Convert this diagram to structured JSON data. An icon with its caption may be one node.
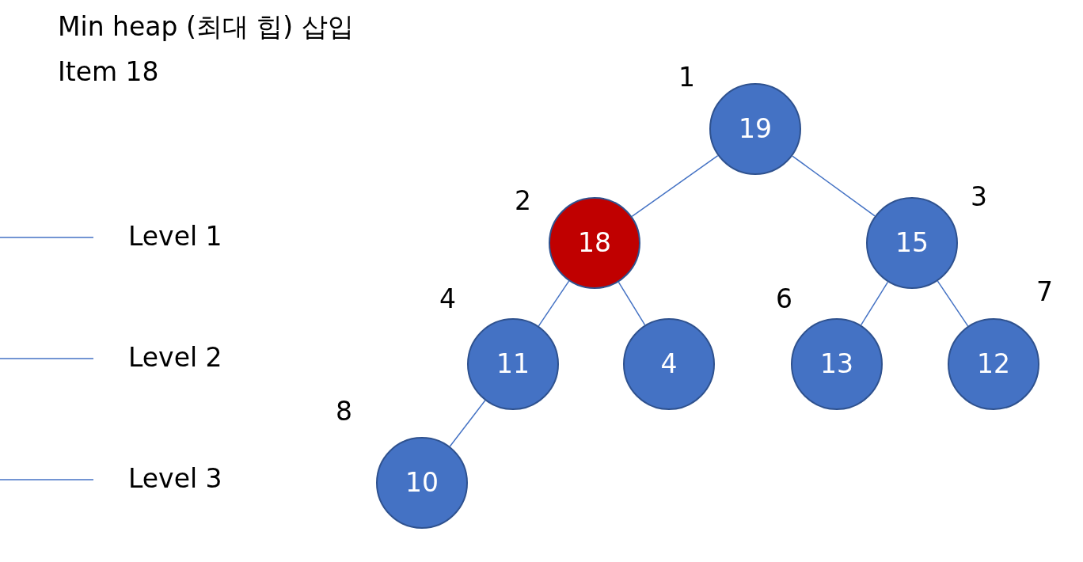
{
  "diagram": {
    "title": "Min heap (최대 힙) 삽입",
    "nodes": [
      {
        "text": [
          "19"
        ],
        "beside": [
          "1"
        ]
      },
      {
        "text": [
          "18"
        ],
        "beside": [
          "2"
        ]
      },
      {
        "text": [
          "15"
        ],
        "beside": [
          "3"
        ]
      },
      {
        "text": [
          "11"
        ],
        "beside": [
          "4"
        ]
      },
      {
        "text": [
          "4"
        ]
      },
      {
        "text": [
          "13"
        ],
        "beside": [
          "6"
        ]
      },
      {
        "text": [
          "12"
        ],
        "beside": [
          "7"
        ]
      },
      {
        "text": [
          "10"
        ],
        "beside": [
          "8"
        ]
      }
    ],
    "edges": [
      {
        "from": 0,
        "to": 1,
        "arrow": "none"
      },
      {
        "from": 0,
        "to": 2,
        "arrow": "none"
      },
      {
        "from": 1,
        "to": 3,
        "arrow": "none"
      },
      {
        "from": 1,
        "to": 4,
        "arrow": "none"
      },
      {
        "from": 2,
        "to": 5,
        "arrow": "none"
      },
      {
        "from": 2,
        "to": 6,
        "arrow": "none"
      },
      {
        "from": 3,
        "to": 7,
        "arrow": "none"
      }
    ],
    "labels": [
      "Item 18",
      "Level 1",
      "Level 2",
      "Level 3"
    ]
  }
}
